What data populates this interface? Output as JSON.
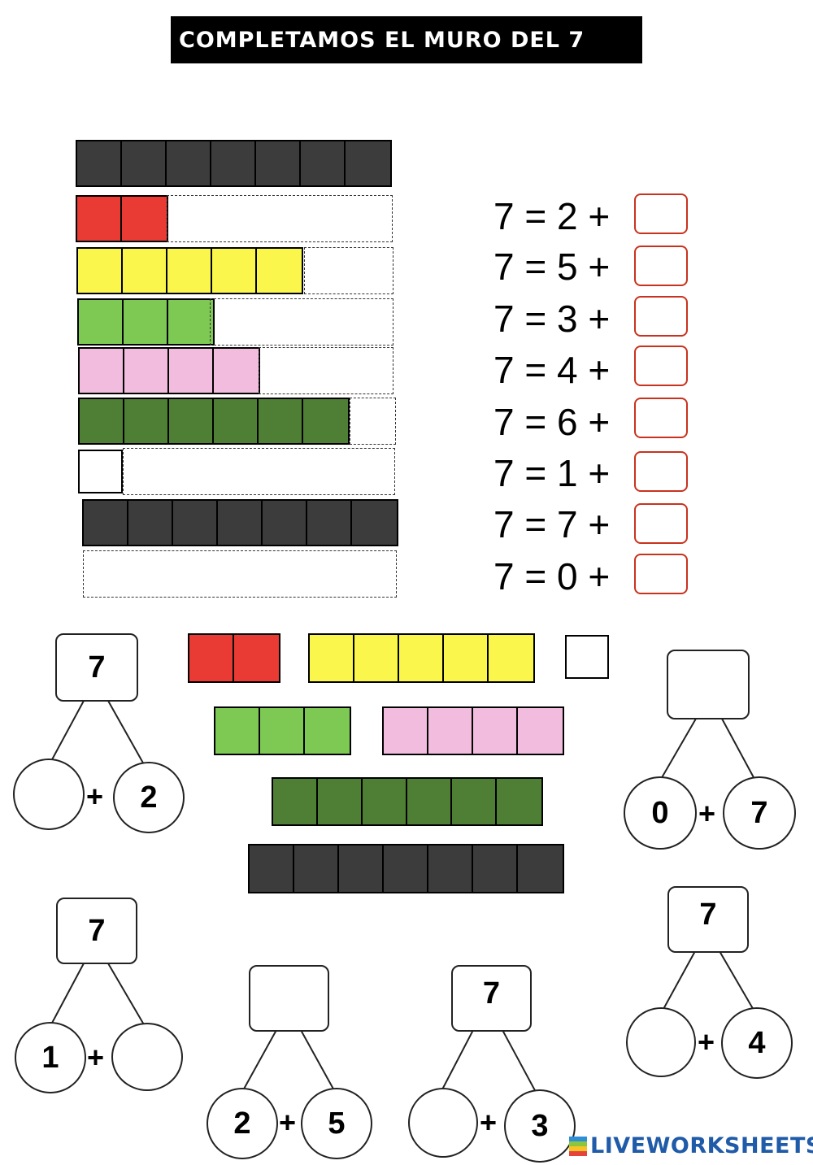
{
  "title": "COMPLETAMOS EL MURO DEL 7",
  "colors": {
    "dark": "#3c3c3c",
    "red": "#e93a33",
    "yellow": "#faf64b",
    "lightgreen": "#7dc954",
    "pink": "#f2bcdf",
    "darkgreen": "#4f7f35",
    "white": "#ffffff",
    "answer_border": "#c8321e",
    "brand": "#1f5ba8"
  },
  "equations": [
    {
      "text": "7 = 2 +"
    },
    {
      "text": "7 = 5 +"
    },
    {
      "text": "7 = 3 +"
    },
    {
      "text": "7 = 4 +"
    },
    {
      "text": "7 = 6 +"
    },
    {
      "text": "7 = 1 +"
    },
    {
      "text": "7 = 7 +"
    },
    {
      "text": "7 = 0 +"
    }
  ],
  "trees": [
    {
      "top": "7",
      "left": "",
      "right": "2"
    },
    {
      "top": "",
      "left": "0",
      "right": "7"
    },
    {
      "top": "7",
      "left": "1",
      "right": ""
    },
    {
      "top": "",
      "left": "2",
      "right": "5"
    },
    {
      "top": "7",
      "left": "",
      "right": "3"
    },
    {
      "top": "7",
      "left": "",
      "right": "4"
    }
  ],
  "plus_sign": "+",
  "brand": {
    "name": "LIVEWORKSHEETS",
    "icon": "liveworksheets-logo-icon"
  }
}
